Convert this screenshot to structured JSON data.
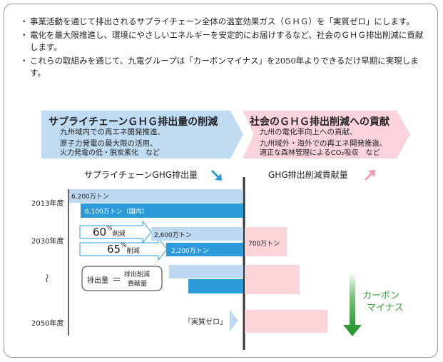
{
  "bullets": [
    {
      "marker": "・",
      "text": "事業活動を通じて排出されるサプライチェーン全体の温室効果ガス（ＧＨＧ）を「実質ゼロ」にします。"
    },
    {
      "marker": "・",
      "text": "電化を最大限推進し、環境にやさしいエネルギーを安定的にお届けするなど、社会のＧＨＧ排出削減に貢献します。"
    },
    {
      "marker": "・",
      "text": "これらの取組みを通じて、九電グループは「カーボンマイナス」を2050年よりできるだけ早期に実現します。"
    }
  ],
  "left_header": {
    "title": "サプライチェーンＧＨＧ排出量の削減",
    "lines": [
      "九州域内での再エネ開発推進、",
      "原子力発電の最大限の活用、",
      "火力発電の低・脱炭素化　など"
    ]
  },
  "right_header": {
    "title": "社会のＧＨＧ排出削減への貢献",
    "lines": [
      "九州の電化率向上への貢献、",
      "九州域外・海外での再エネ開発推進、",
      "適正な森林管理によるCO₂吸収　など"
    ]
  },
  "col_left_label": "サプライチェーンGHG排出量",
  "col_right_label": "GHG排出削減貢献量",
  "years": [
    "2013年度",
    "2030年度",
    "〜",
    "2050年度"
  ],
  "bars": {
    "total_2013": "6,200万トン",
    "domestic_2013": "6,100万トン（国内）",
    "total_2030": "2,600万トン",
    "domestic_2030": "2,200万トン",
    "contrib_2030": "700万トン",
    "zero_label": "「実質ゼロ」"
  },
  "reductions": [
    {
      "pct": "60",
      "unit": "%",
      "suffix": "削減"
    },
    {
      "pct": "65",
      "unit": "%",
      "suffix": "削減"
    }
  ],
  "formula": {
    "left": "排出量",
    "eq": "＝",
    "right1": "排出削減",
    "right2": "貢献量"
  },
  "carbon_minus": [
    "カーボン",
    "マイナス"
  ],
  "colors": {
    "light_blue": "#bcd9f1",
    "mid_blue": "#2b9bdc",
    "light_pink": "#fbd4d9",
    "header_blue": "#bfdcf3",
    "header_pink": "#fbd3dc",
    "green": "#3aa33a",
    "axis": "#333333"
  }
}
